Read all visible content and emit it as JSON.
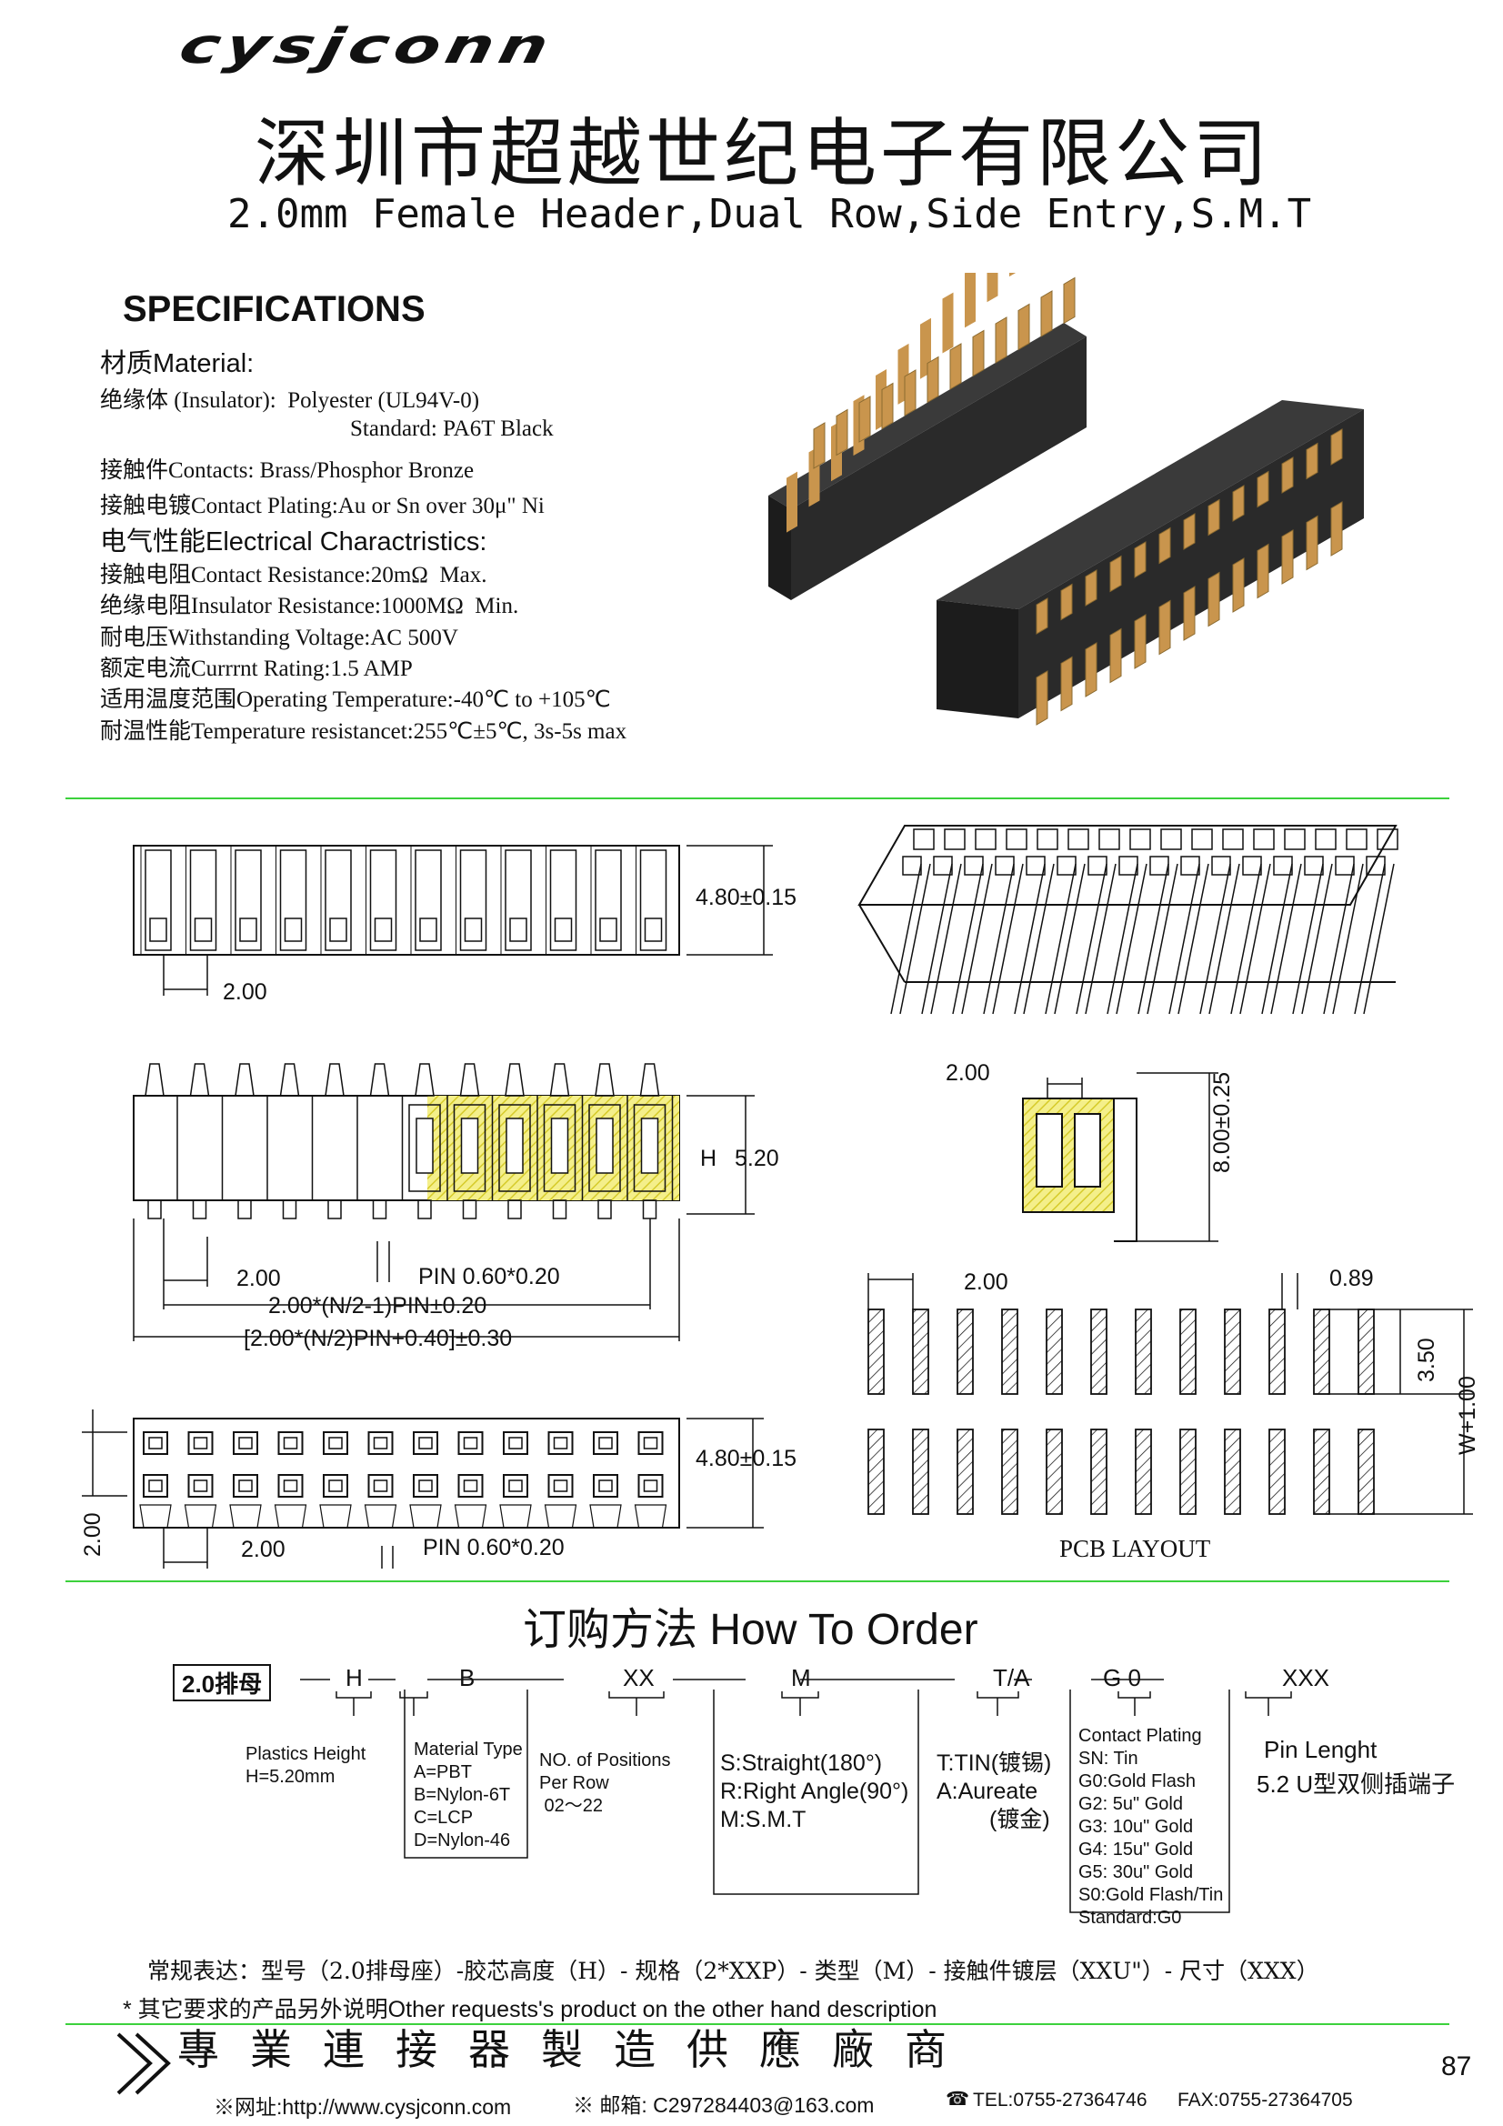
{
  "header": {
    "logo": "cysjconn",
    "company": "深圳市超越世纪电子有限公司",
    "product_title": "2.0mm Female Header,Dual Row,Side Entry,S.M.T"
  },
  "specs": {
    "heading": "SPECIFICATIONS",
    "material_group": "材质Material:",
    "insulator": "绝缘体 (Insulator):  Polyester (UL94V-0)",
    "insulator_std": "Standard: PA6T Black",
    "contacts": "接触件Contacts: Brass/Phosphor Bronze",
    "plating": "接触电镀Contact Plating:Au or Sn over 30μ\" Ni",
    "electrical_group": "电气性能Electrical Charactristics:",
    "contact_res": "接触电阻Contact Resistance:20mΩ  Max.",
    "insul_res": "绝缘电阻Insulator Resistance:1000MΩ  Min.",
    "voltage": "耐电压Withstanding Voltage:AC 500V",
    "current": "额定电流Currrnt Rating:1.5 AMP",
    "op_temp": "适用温度范围Operating Temperature:-40℃ to +105℃",
    "temp_res": "耐温性能Temperature resistancet:255℃±5℃, 3s-5s max"
  },
  "drawings": {
    "dim_480a": "4.80±0.15",
    "dim_200a": "2.00",
    "dim_200b": "2.00",
    "dim_800": "8.00±0.25",
    "dim_h": "H",
    "dim_520": "5.20",
    "dim_200c": "2.00",
    "dim_pin_a": "PIN  0.60*0.20",
    "dim_formula1": "2.00*(N/2-1)PIN±0.20",
    "dim_formula2": "[2.00*(N/2)PIN+0.40]±0.30",
    "dim_200d": "2.00",
    "dim_089": "0.89",
    "dim_350": "3.50",
    "dim_w": "W+1.00",
    "dim_480b": "4.80±0.15",
    "dim_200e": "2.00",
    "dim_200f": "2.00",
    "dim_pin_b": "PIN  0.60*0.20",
    "pcb_layout": "PCB LAYOUT"
  },
  "order": {
    "title": "订购方法  How To Order",
    "code_box": "2.0排母",
    "code_h": "H",
    "code_b": "B",
    "code_xx": "XX",
    "code_m": "M",
    "code_ta": "T/A",
    "code_g0": "G 0",
    "code_xxx": "XXX",
    "h_desc": [
      "Plastics Height",
      "H=5.20mm"
    ],
    "b_desc": [
      "Material Type",
      "A=PBT",
      "B=Nylon-6T",
      "C=LCP",
      "D=Nylon-46"
    ],
    "xx_desc": [
      "NO. of Positions",
      "Per Row",
      " 02～22"
    ],
    "m_desc": [
      "S:Straight(180°)",
      "R:Right Angle(90°)",
      "M:S.M.T"
    ],
    "ta_desc": [
      "T:TIN(镀锡)",
      "A:Aureate",
      "(镀金)"
    ],
    "g0_desc": [
      "Contact Plating",
      "SN: Tin",
      "G0:Gold Flash",
      "G2:  5u\" Gold",
      "G3: 10u\" Gold",
      "G4: 15u\" Gold",
      "G5: 30u\" Gold",
      "S0:Gold Flash/Tin",
      "Standard:G0"
    ],
    "xxx_desc": [
      "Pin Lenght",
      "5.2 U型双侧插端子"
    ],
    "regular": "常规表达：型号（2.0排母座）-胶芯高度（H）- 规格（2*XXP）- 类型（M）- 接触件镀层（XXU\"）- 尺寸（XXX）",
    "other": "*  其它要求的产品另外说明Other requests's product on the other hand description"
  },
  "footer": {
    "slogan": "專業連接器製造供應廠商",
    "page": "87",
    "web": "※网址:http://www.cysjconn.com",
    "mail": "※ 邮箱:  C297284403@163.com",
    "tel": "TEL:0755-27364746",
    "fax": "FAX:0755-27364705"
  },
  "colors": {
    "rule": "#3cd13c",
    "pin_gold": "#c9954d",
    "body_black": "#2a2a2a",
    "hatch": "#e8e04a"
  }
}
